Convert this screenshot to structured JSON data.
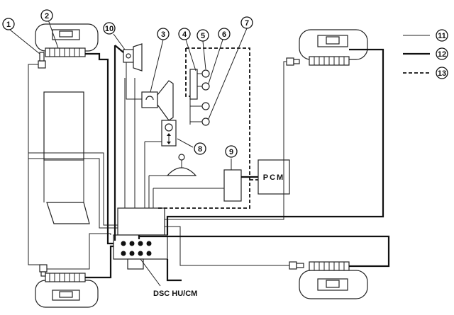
{
  "callouts": {
    "c1": "1",
    "c2": "2",
    "c3": "3",
    "c4": "4",
    "c5": "5",
    "c6": "6",
    "c7": "7",
    "c8": "8",
    "c9": "9",
    "c10": "10",
    "c11": "11",
    "c12": "12",
    "c13": "13"
  },
  "labels": {
    "pcm": "PCM",
    "dsc": "DSC HU/CM"
  },
  "legend": {
    "thin_line": "11",
    "thick_line": "12",
    "dashed_line": "13"
  }
}
